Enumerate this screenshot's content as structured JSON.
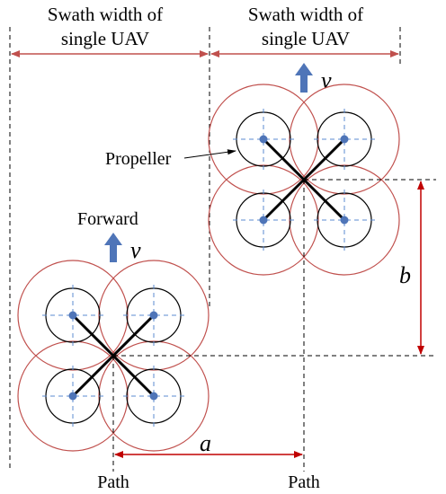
{
  "labels": {
    "swath_left_line1": "Swath width of",
    "swath_left_line2": "single UAV",
    "swath_right_line1": "Swath width of",
    "swath_right_line2": "single UAV",
    "propeller": "Propeller",
    "forward": "Forward",
    "velocity_left": "v",
    "velocity_right": "v",
    "offset_b": "b",
    "offset_a": "a",
    "path_left": "Path",
    "path_right": "Path"
  },
  "colors": {
    "swath_arrow": "#c0504d",
    "outer_circle": "#c0504d",
    "inner_circle": "#000000",
    "center_dot": "#4f75b8",
    "center_dash": "#5b8bd0",
    "velocity_arrow": "#4f75b8",
    "dimension_line": "#c00000",
    "arms": "#000000"
  },
  "icons": {
    "velocity": "up-arrow-icon"
  }
}
